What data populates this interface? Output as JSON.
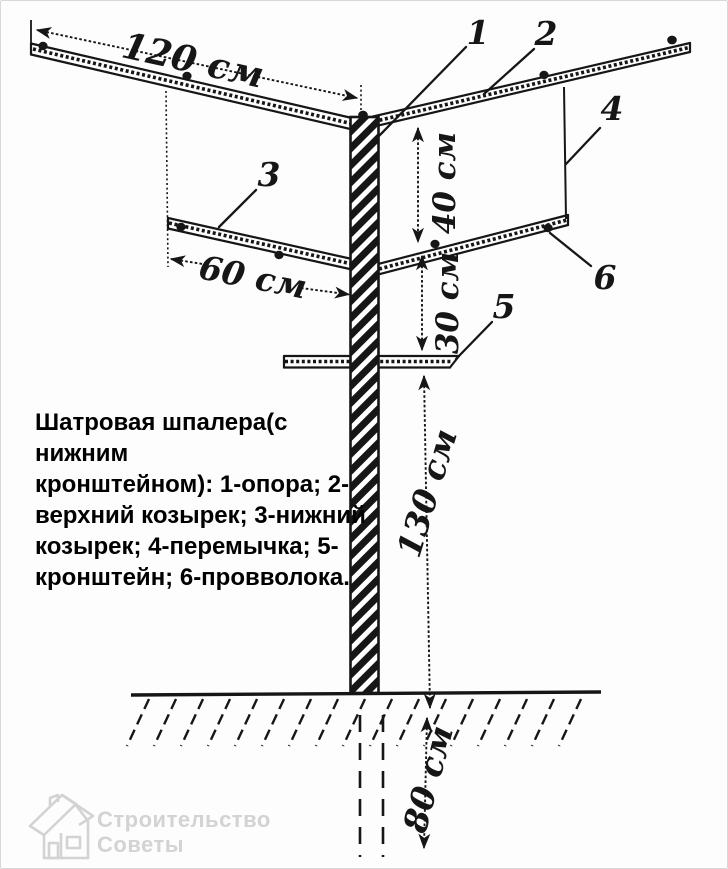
{
  "colors": {
    "ink": "#161616",
    "caption": "#000000",
    "watermark": "#d3d3d3",
    "background": "#fdfdfd"
  },
  "dimensions": {
    "top_width": "120 см",
    "bottom_width": "60 см",
    "visor_gap": "40 см",
    "bracket_gap": "30 см",
    "post_height": "130 см",
    "buried_depth": "80 см"
  },
  "callouts": {
    "support": "1",
    "upper_visor": "2",
    "lower_visor": "3",
    "crossbar": "4",
    "bracket": "5",
    "wire": "6"
  },
  "caption": {
    "lines": [
      "Шатровая шпалера(с нижним",
      "кронштейном): 1-опора; 2-",
      "верхний козырек; 3-нижний",
      "козырек; 4-перемычка; 5-",
      "кронштейн; 6-провволока."
    ]
  },
  "watermark": {
    "line1": "Строительство",
    "line2": "Советы"
  }
}
